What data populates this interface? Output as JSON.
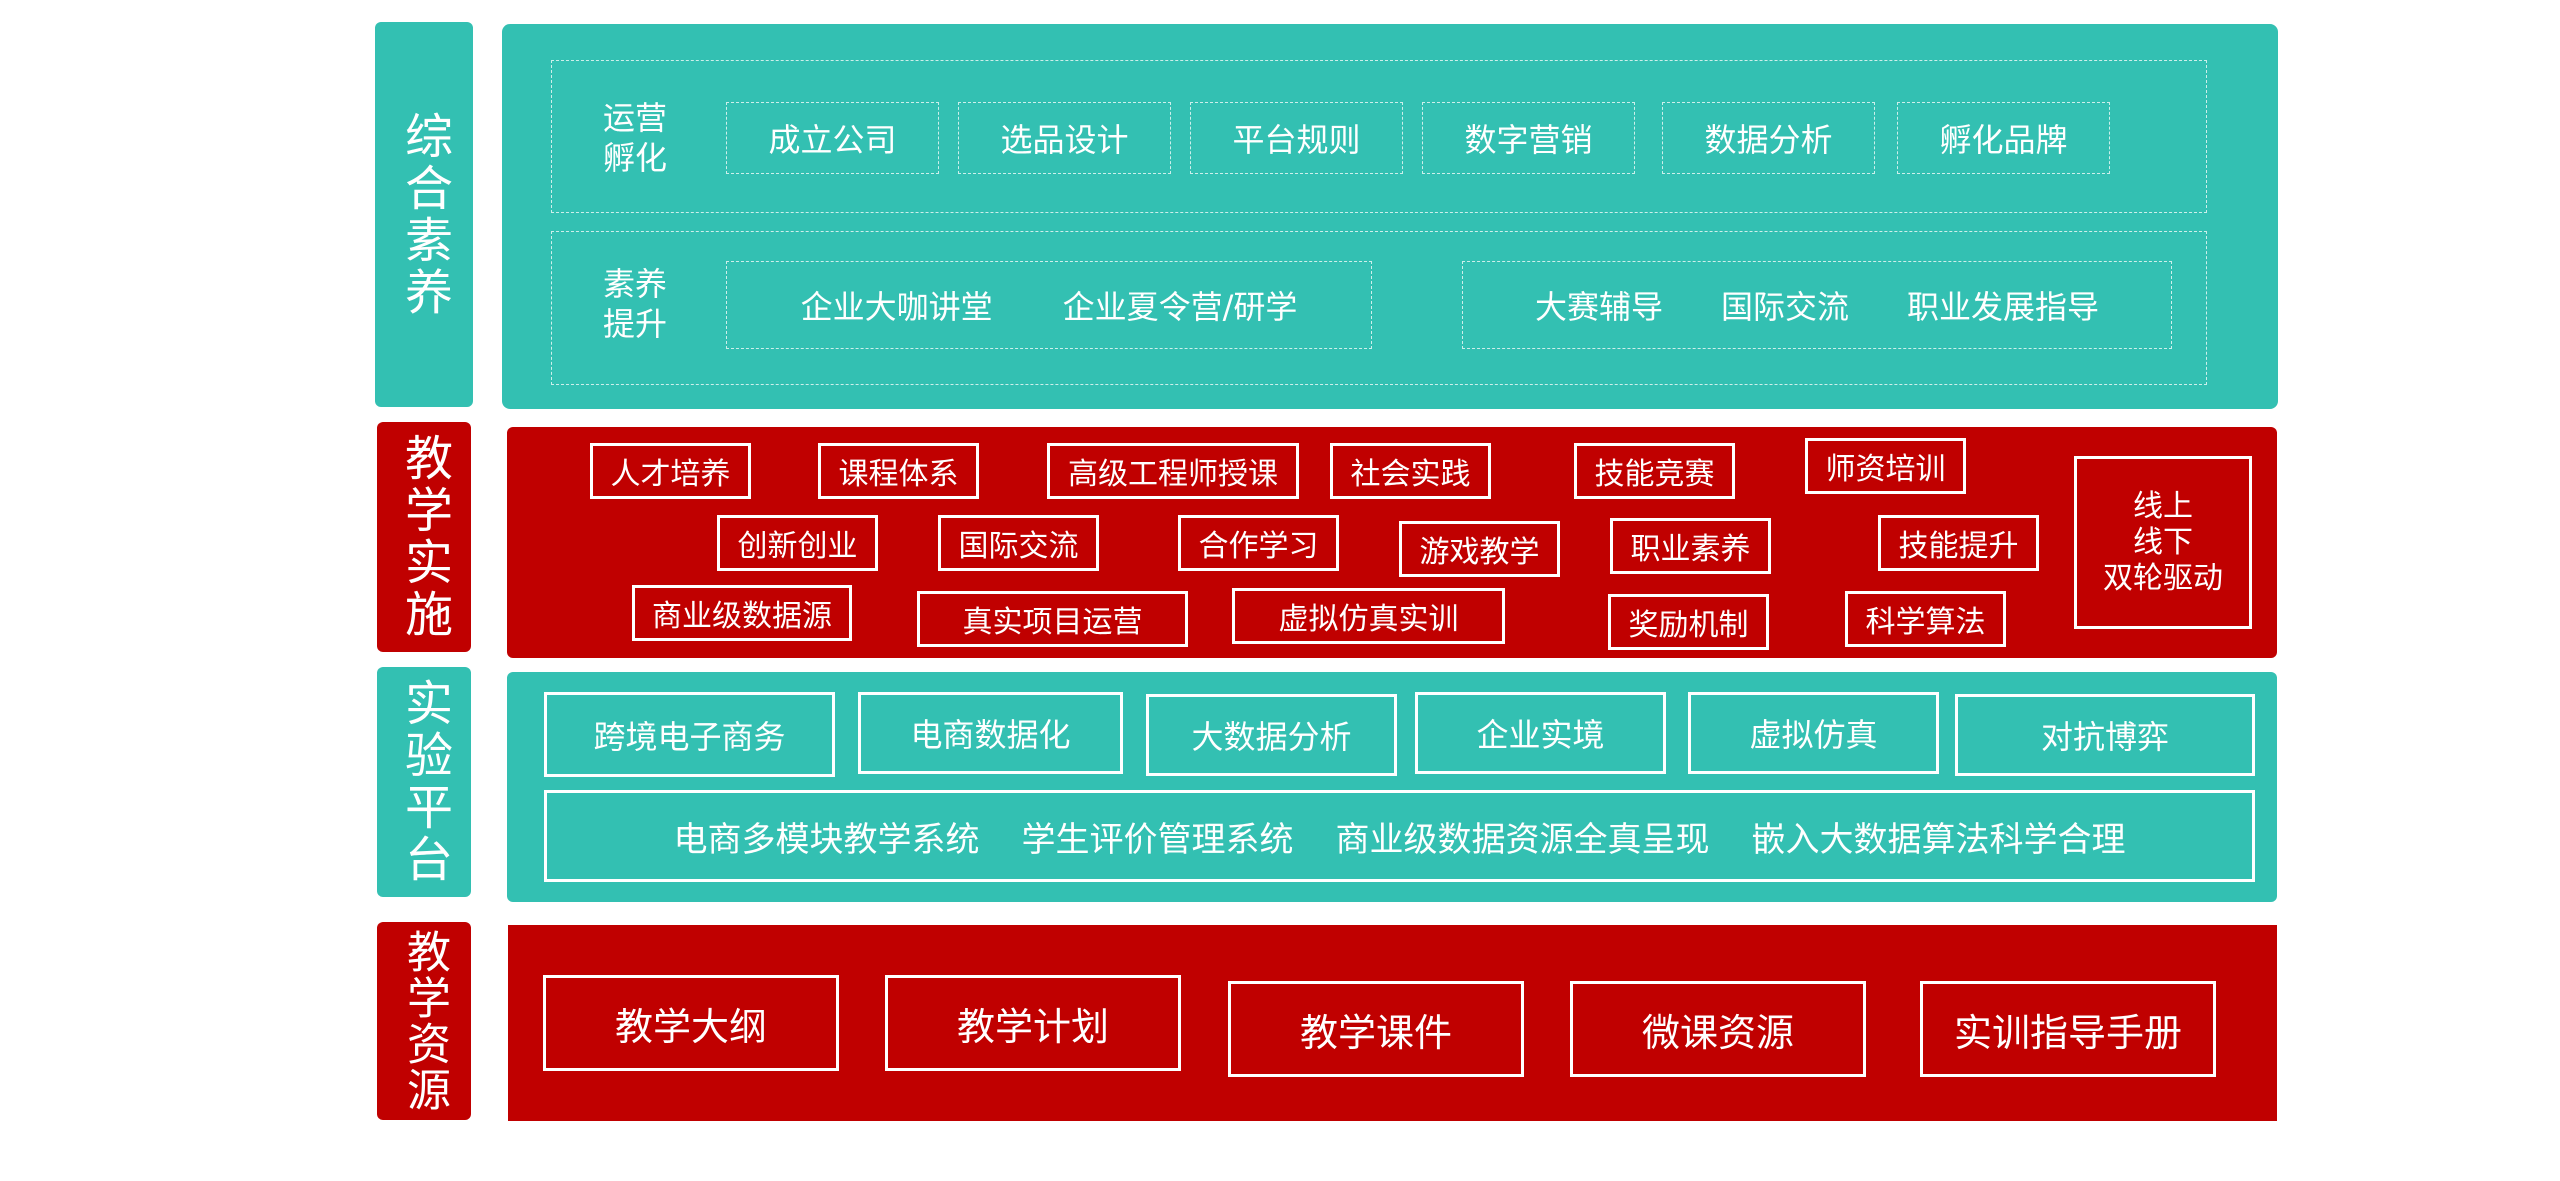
{
  "sidebar": {
    "comprehensive": "综合素养",
    "teaching_impl": "教学实施",
    "lab_platform": "实验平台",
    "teaching_resources": "教学资源"
  },
  "comprehensive": {
    "operation": {
      "label_line1": "运营",
      "label_line2": "孵化",
      "items": [
        "成立公司",
        "选品设计",
        "平台规则",
        "数字营销",
        "数据分析",
        "孵化品牌"
      ]
    },
    "literacy": {
      "label_line1": "素养",
      "label_line2": "提升",
      "group1": [
        "企业大咖讲堂",
        "企业夏令营/研学"
      ],
      "group2": [
        "大赛辅导",
        "国际交流",
        "职业发展指导"
      ]
    }
  },
  "teaching_impl": {
    "tags": [
      "人才培养",
      "课程体系",
      "高级工程师授课",
      "社会实践",
      "技能竞赛",
      "师资培训",
      "创新创业",
      "国际交流",
      "合作学习",
      "游戏教学",
      "职业素养",
      "技能提升",
      "商业级数据源",
      "真实项目运营",
      "虚拟仿真实训",
      "奖励机制",
      "科学算法"
    ],
    "drive": [
      "线上",
      "线下",
      "双轮驱动"
    ]
  },
  "lab_platform": {
    "items": [
      "跨境电子商务",
      "电商数据化",
      "大数据分析",
      "企业实境",
      "虚拟仿真",
      "对抗博弈"
    ],
    "systems": [
      "电商多模块教学系统",
      "学生评价管理系统",
      "商业级数据资源全真呈现",
      "嵌入大数据算法科学合理"
    ]
  },
  "teaching_resources": {
    "items": [
      "教学大纲",
      "教学计划",
      "教学课件",
      "微课资源",
      "实训指导手册"
    ]
  },
  "colors": {
    "teal": "#33c0b2",
    "red": "#c00000",
    "white": "#ffffff"
  }
}
